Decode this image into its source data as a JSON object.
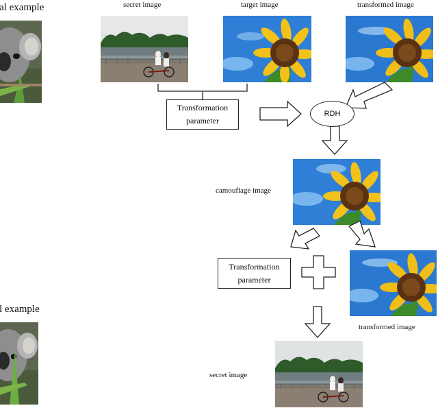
{
  "left_panel": {
    "title_top": "al example",
    "title_bottom": "l example"
  },
  "labels": {
    "secret_image": "secret image",
    "target_image": "target    image",
    "transformed_image_top": "transformed image",
    "camouflage_image": "camouflage image",
    "transformed_image_bottom": "transformed image",
    "secret_image_bottom": "secret image"
  },
  "boxes": {
    "param_top_line1": "Transformation",
    "param_top_line2": "parameter",
    "param_bottom_line1": "Transformation",
    "param_bottom_line2": "parameter",
    "rdh": "RDH"
  },
  "colors": {
    "sky": "#2f7fd6",
    "sky_light": "#8cc4f2",
    "petal": "#f2c21a",
    "center": "#5a3212",
    "leaf": "#3c8a2a",
    "koala_fur": "#8e8e8e",
    "park_green": "#2f5a2a",
    "lake": "#6f7c80",
    "ground": "#8b7f74"
  }
}
